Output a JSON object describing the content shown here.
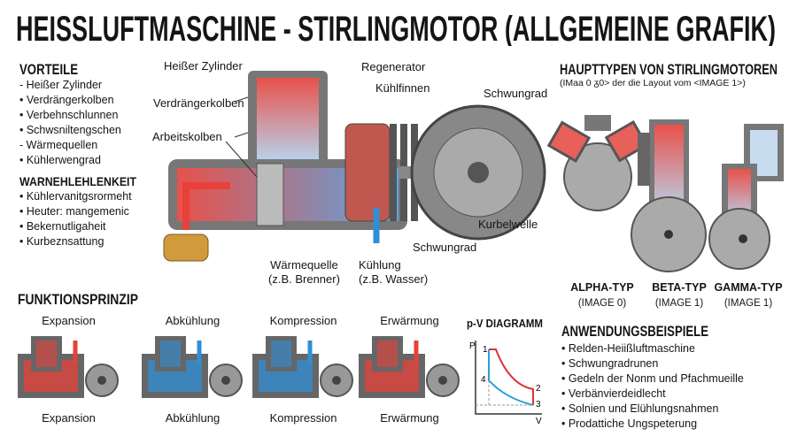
{
  "title": "HEISSLUFTMASCHINE - STIRLINGMOTOR (ALLGEMEINE GRAFIK)",
  "vorteile": {
    "heading": "VORTEILE",
    "items": [
      "- Heißer Zylinder",
      "• Verdrängerkolben",
      "• Verbehnschlunnen",
      "• Schwsniltengschen",
      "- Wärmequellen",
      "• Kühlerwengrad"
    ]
  },
  "warn": {
    "heading": "WARNEHLEHLENKEIT",
    "items": [
      "• Kühlervanitgsrormeht",
      "• Heuter: mangemenic",
      "• Bekernutligaheit",
      "• Kurbeznsattung"
    ]
  },
  "main_diagram": {
    "labels": {
      "hot_cylinder": "Heißer Zylinder",
      "displacer": "Verdrängerkolben",
      "working_piston": "Arbeitskolben",
      "regenerator": "Regenerator",
      "fins": "Kühlfinnen",
      "flywheel_top": "Schwungrad",
      "crankshaft": "Kurbelwelle",
      "flywheel_bottom": "Schwungrad",
      "heat_source": "Wärmequelle",
      "heat_source_sub": "(z.B. Brenner)",
      "cooling": "Kühlung",
      "cooling_sub": "(z.B. Wasser)"
    }
  },
  "types": {
    "heading": "HAUPTTYPEN VON STIRLINGMOTOREN",
    "subtitle": "(IMaa 0 ᵹ0> der die Layout vom <IMAGE 1>)",
    "items": [
      {
        "name": "ALPHA-TYP",
        "sub": "(IMAGE 0)"
      },
      {
        "name": "BETA-TYP",
        "sub": "(IMAGE 1)"
      },
      {
        "name": "GAMMA-TYP",
        "sub": "(IMAGE 1)"
      }
    ]
  },
  "funktion": {
    "heading": "FUNKTIONSPRINZIP",
    "steps": [
      {
        "top": "Expansion",
        "bottom": "Expansion",
        "color": "#e8413a"
      },
      {
        "top": "Abkühlung",
        "bottom": "Abkühlung",
        "color": "#2f8fd6"
      },
      {
        "top": "Kompression",
        "bottom": "Kompression",
        "color": "#2f8fd6"
      },
      {
        "top": "Erwärmung",
        "bottom": "Erwärmung",
        "color": "#e8413a"
      }
    ]
  },
  "pv": {
    "title": "p-V DIAGRAMM",
    "ylabel": "P",
    "xlabel": "V",
    "points": [
      "1",
      "2",
      "3",
      "4"
    ]
  },
  "anwendung": {
    "heading": "ANWENDUNGSBEISPIELE",
    "items": [
      "• Relden-Heiißluftmaschine",
      "• Schwungradrunen",
      "• Gedeln der Nonm und Pfachmueille",
      "• Verbänvierdeidlecht",
      "• Solnien und Elühlungsnahmen",
      "• Prodattiche Ungspeterung"
    ]
  },
  "colors": {
    "hot": "#e8413a",
    "cold": "#2f8fd6",
    "metal": "#8a8a8a"
  }
}
